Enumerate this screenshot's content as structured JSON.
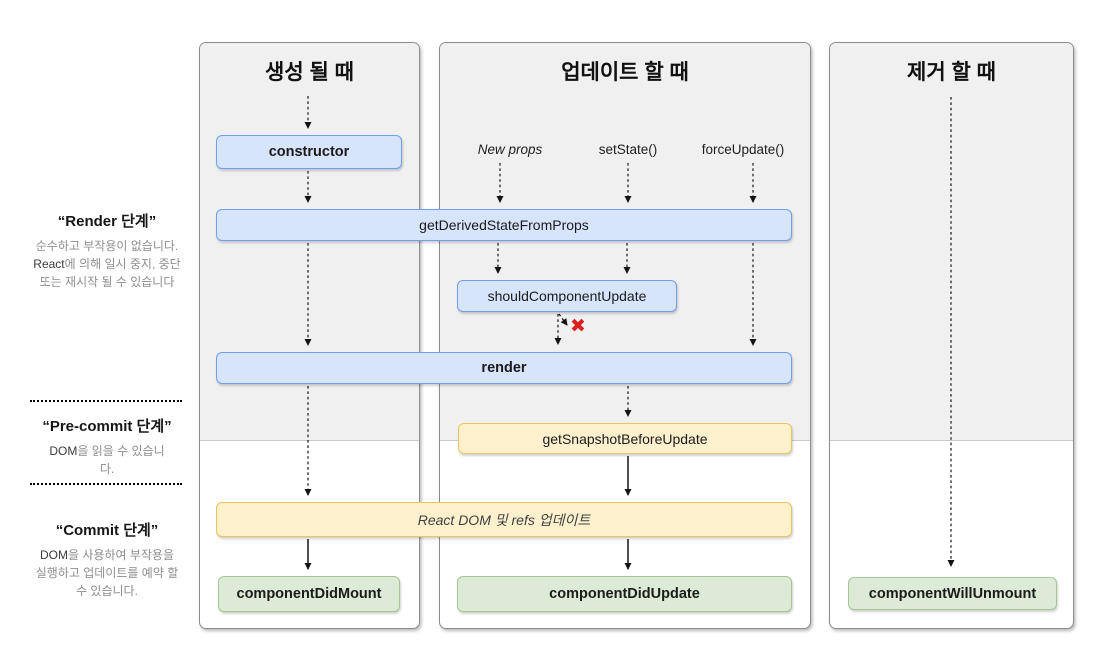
{
  "sidebar": {
    "render_phase": {
      "title": "“Render 단계”",
      "desc": [
        {
          "t": "순수하고 부작용이 없습니다. ",
          "em": false
        },
        {
          "t": "React",
          "em": true
        },
        {
          "t": "에 의해 일시 중지, 중단 또는 재시작 될 수 있습니다",
          "em": false
        }
      ]
    },
    "precommit_phase": {
      "title": "“Pre-commit 단계”",
      "desc": [
        {
          "t": "DOM",
          "em": true
        },
        {
          "t": "을 읽을 수 있습니다.",
          "em": false
        }
      ]
    },
    "commit_phase": {
      "title": "“Commit 단계”",
      "desc": [
        {
          "t": "DOM",
          "em": true
        },
        {
          "t": "을 사용하여 부작용을 실행하고 업데이트를 예약 할 수 있습니다.",
          "em": false
        }
      ]
    }
  },
  "columns": {
    "mount_title": "생성 될 때",
    "update_title": "업데이트 할 때",
    "unmount_title": "제거 할 때"
  },
  "triggers": {
    "new_props": "New props",
    "set_state": "setState()",
    "force_update": "forceUpdate()"
  },
  "boxes": {
    "constructor": "constructor",
    "get_derived_state_from_props": "getDerivedStateFromProps",
    "should_component_update": "shouldComponentUpdate",
    "render": "render",
    "get_snapshot_before_update": "getSnapshotBeforeUpdate",
    "react_dom_update": "React DOM 및 refs 업데이트",
    "component_did_mount": "componentDidMount",
    "component_did_update": "componentDidUpdate",
    "component_will_unmount": "componentWillUnmount"
  },
  "icons": {
    "skip_update_x": "✖"
  },
  "colors": {
    "render_phase_box_blue": "#d6e5fc",
    "render_phase_box_blue_border": "#6f9ff0",
    "precommit_box_yellow": "#fdf1cd",
    "precommit_box_yellow_border": "#e9c45f",
    "commit_box_green": "#dcead6",
    "commit_box_green_border": "#a5c795",
    "skip_x_red": "#d92020",
    "render_phase_region_gray": "#f0f0f1"
  }
}
